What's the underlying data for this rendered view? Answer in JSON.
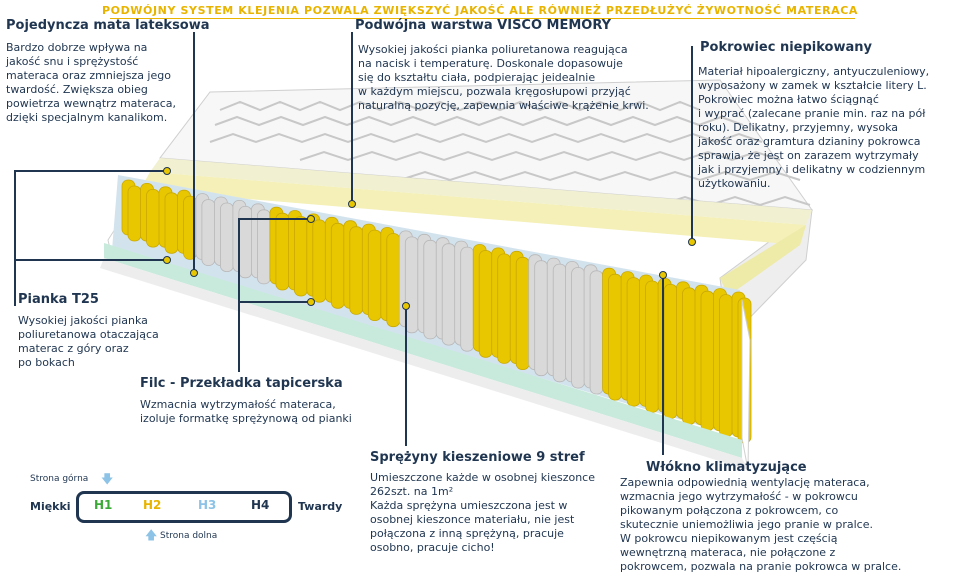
{
  "banner": "PODWÓJNY SYSTEM KLEJENIA POZWALA ZWIĘKSZYĆ JAKOŚĆ ALE RÓWNIEŻ PRZEDŁUŻYĆ ŻYWOTNOŚĆ MATERACA",
  "sections": {
    "latex": {
      "title": "Pojedyncza mata lateksowa",
      "lines": [
        "Bardzo dobrze wpływa na",
        "jakość snu i sprężystość",
        "materaca oraz zmniejsza jego",
        "twardość. Zwiększa obieg",
        "powietrza wewnątrz materaca,",
        " dzięki specjalnym kanalikom."
      ]
    },
    "visco": {
      "title": "Podwójna warstwa VISCO MEMORY",
      "lines": [
        "Wysokiej jakości pianka poliuretanowa reagująca",
        "na nacisk i temperaturę. Doskonale dopasowuje",
        "się do kształtu ciała, podpierając jeidealnie",
        "w każdym miejscu, pozwala kręgosłupowi przyjąć",
        "naturalną pozycję, zapewnia właściwe krążenie krwi."
      ]
    },
    "cover": {
      "title": "Pokrowiec niepikowany",
      "lines": [
        "Materiał hipoalergiczny, antyuczuleniowy,",
        "wyposażony w zamek w kształcie litery L.",
        "Pokrowiec można łatwo ściągnąć",
        "i wyprać (zalecane pranie min. raz na pół",
        "roku). Delikatny, przyjemny, wysoka",
        "jakość oraz gramtura dzianiny pokrowca",
        "sprawia, że jest on zarazem wytrzymały",
        "jak i przyjemny i delikatny w codziennym",
        "użytkowaniu."
      ]
    },
    "foam": {
      "title": "Pianka T25",
      "lines": [
        "Wysokiej jakości pianka",
        "poliuretanowa otaczająca",
        "materac z góry oraz",
        "po bokach"
      ]
    },
    "felt": {
      "title": "Filc - Przekładka tapicerska",
      "lines": [
        "Wzmacnia wytrzymałość materaca,",
        "izoluje formatkę sprężynową od pianki"
      ]
    },
    "springs": {
      "title": "Sprężyny kieszeniowe 9 stref",
      "lines": [
        "Umieszczone każde w osobnej kieszonce",
        "262szt. na 1m²",
        "Każda sprężyna umieszczona jest w",
        "osobnej kieszonce materiału, nie jest",
        "połączona z inną sprężyną, pracuje",
        "osobno, pracuje cicho!"
      ]
    },
    "fiber": {
      "title": "Włókno klimatyzujące",
      "lines": [
        "Zapewnia odpowiednią wentylację materaca,",
        "wzmacnia jego wytrzymałość - w pokrowcu",
        "pikowanym połączona z pokrowcem, co",
        "skutecznie uniemożliwia jego pranie w pralce.",
        "W pokrowcu niepikowanym jest częścią",
        "wewnętrzną materaca, nie połączone z",
        "pokrowcem, pozwala na pranie pokrowca w pralce."
      ]
    }
  },
  "legend": {
    "top_label": "Strona górna",
    "bottom_label": "Strona dolna",
    "soft": "Miękki",
    "hard": "Twardy",
    "levels": [
      {
        "label": "H1",
        "color": "#3aa935"
      },
      {
        "label": "H2",
        "color": "#e8b400"
      },
      {
        "label": "H3",
        "color": "#8cc3e6"
      },
      {
        "label": "H4",
        "color": "#1f3550"
      }
    ]
  },
  "colors": {
    "navy": "#1f3550",
    "yellow": "#e8c700",
    "gray_spring": "#d9d9d9",
    "light_blue": "#8cc3e6"
  }
}
